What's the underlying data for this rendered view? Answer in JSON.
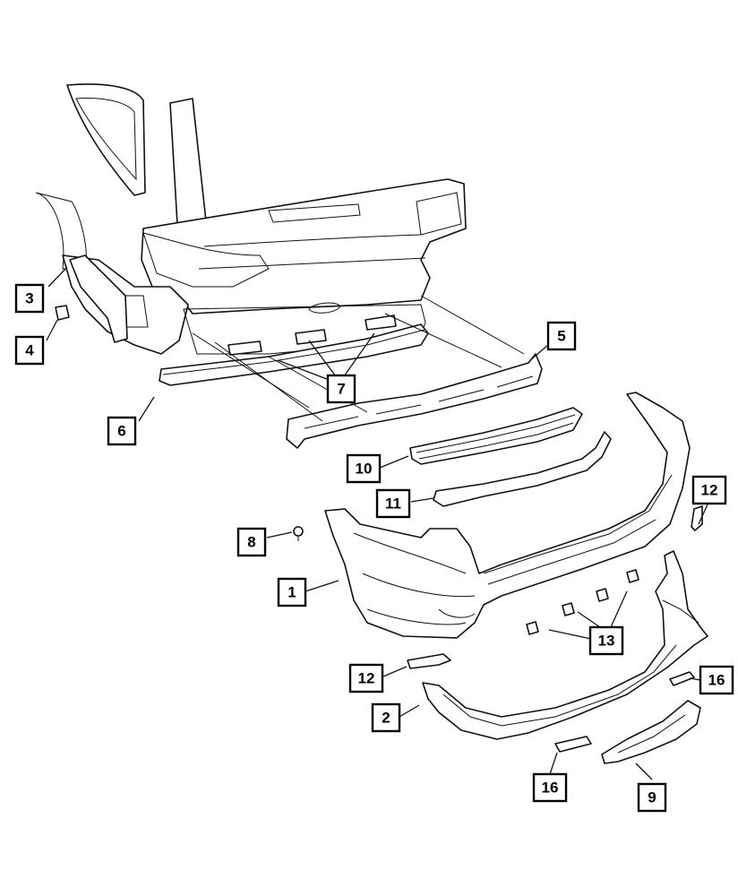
{
  "callouts": [
    {
      "id": "c1",
      "label": "1"
    },
    {
      "id": "c2",
      "label": "2"
    },
    {
      "id": "c3",
      "label": "3"
    },
    {
      "id": "c4",
      "label": "4"
    },
    {
      "id": "c5",
      "label": "5"
    },
    {
      "id": "c6",
      "label": "6"
    },
    {
      "id": "c7",
      "label": "7"
    },
    {
      "id": "c8",
      "label": "8"
    },
    {
      "id": "c9",
      "label": "9"
    },
    {
      "id": "c10",
      "label": "10"
    },
    {
      "id": "c11",
      "label": "11"
    },
    {
      "id": "c12a",
      "label": "12"
    },
    {
      "id": "c12b",
      "label": "12"
    },
    {
      "id": "c13",
      "label": "13"
    },
    {
      "id": "c16a",
      "label": "16"
    },
    {
      "id": "c16b",
      "label": "16"
    }
  ]
}
